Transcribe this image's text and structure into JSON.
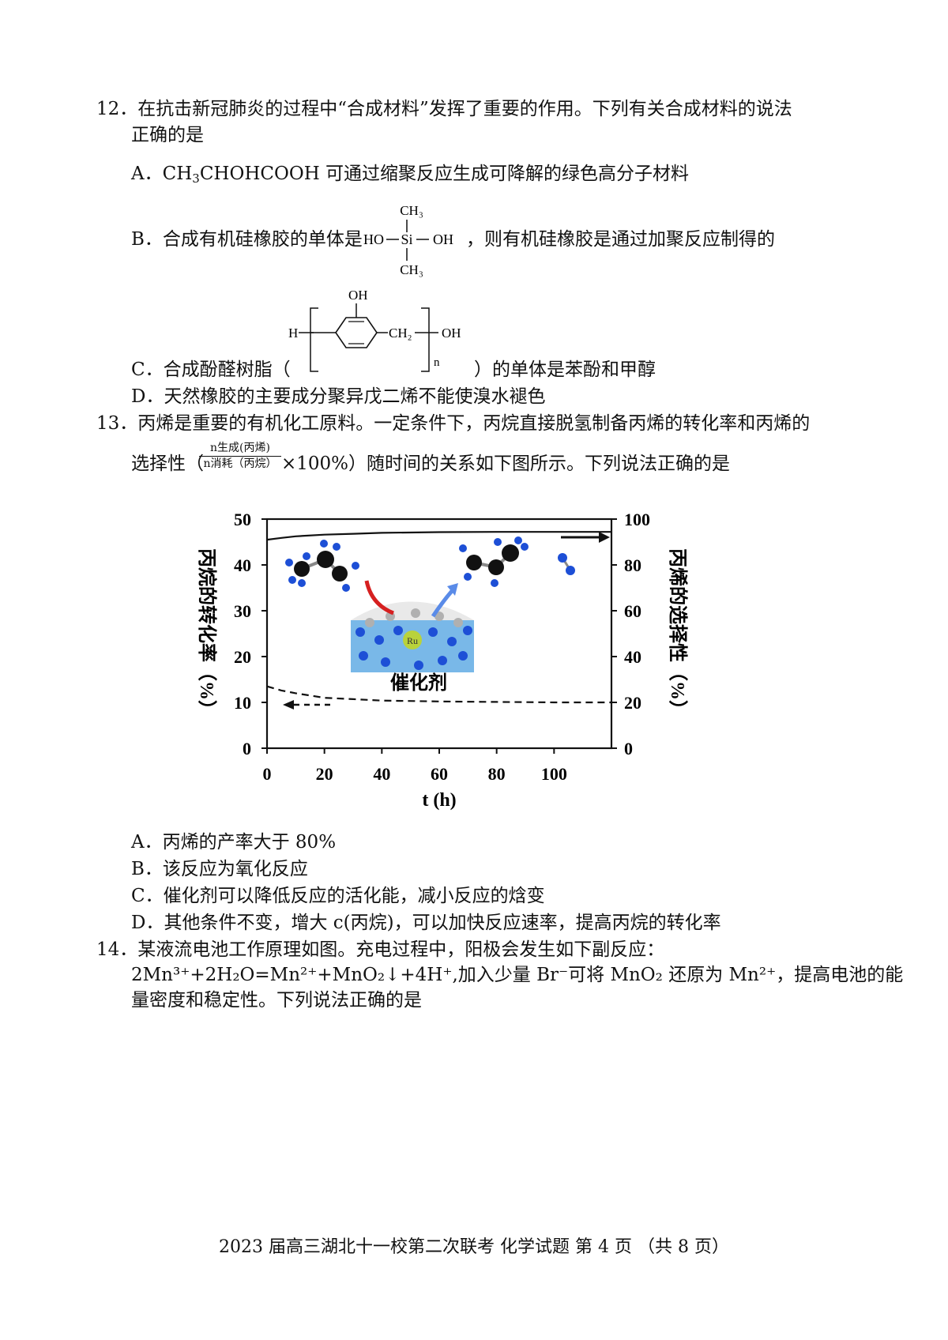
{
  "q12": {
    "stem_line1": "12．在抗击新冠肺炎的过程中“合成材料”发挥了重要的作用。下列有关合成材料的说法",
    "stem_line2": "正确的是",
    "A_pre": "A．CH",
    "A_sub": "3",
    "A_post": "CHOHCOOH  可通过缩聚反应生成可降解的绿色高分子材料",
    "B_pre": "B．合成有机硅橡胶的单体是",
    "B_post": "，则有机硅橡胶是通过加聚反应制得的",
    "B_struct": {
      "left": "HO",
      "center": "Si",
      "right": "OH",
      "top": "CH₃",
      "bottom": "CH₃"
    },
    "C_pre": "C．合成酚醛树脂（",
    "C_post": "）的单体是苯酚和甲醇",
    "C_struct": {
      "h": "H",
      "oh_top": "OH",
      "ch2": "CH₂",
      "oh_right": "OH",
      "n": "n"
    },
    "D": "D．天然橡胶的主要成分聚异戊二烯不能使溴水褪色"
  },
  "q13": {
    "stem_line1": "13．丙烯是重要的有机化工原料。一定条件下，丙烷直接脱氢制备丙烯的转化率和丙烯的",
    "sel_pre": "选择性（",
    "frac_num": "n生成(丙烯)",
    "frac_den": "n消耗（丙烷）",
    "sel_post": "×100%）随时间的关系如下图所示。下列说法正确的是",
    "A": "A．丙烯的产率大于 80%",
    "B": "B．该反应为氧化反应",
    "C": "C．催化剂可以降低反应的活化能，减小反应的焓变",
    "D": "D．其他条件不变，增大 c(丙烷)，可以加快反应速率，提高丙烷的转化率"
  },
  "q14": {
    "line1": "14．某液流电池工作原理如图。充电过程中，阳极会发生如下副反应：",
    "line2": "2Mn³⁺+2H₂O=Mn²⁺+MnO₂↓+4H⁺,加入少量 Br⁻可将 MnO₂ 还原为 Mn²⁺，提高电池的能",
    "line3": "量密度和稳定性。下列说法正确的是"
  },
  "footer": "2023 届高三湖北十一校第二次联考 化学试题 第 4 页 （共 8 页）",
  "chart_data": {
    "type": "line",
    "xlabel": "t (h)",
    "ylabel_left": "丙烷的转化率（%）",
    "ylabel_right": "丙烯的选择性（%）",
    "x_ticks": [
      0,
      20,
      40,
      60,
      80,
      100
    ],
    "y_left_ticks": [
      0,
      10,
      20,
      30,
      40,
      50
    ],
    "y_right_ticks": [
      0,
      20,
      40,
      60,
      80,
      100
    ],
    "xlim": [
      0,
      120
    ],
    "ylim_left": [
      0,
      50
    ],
    "ylim_right": [
      0,
      100
    ],
    "catalyst_label": "催化剂",
    "catalyst_atom": "Ru",
    "series": [
      {
        "axis": "right",
        "style": "solid",
        "x": [
          0,
          5,
          10,
          20,
          30,
          40,
          60,
          80,
          100,
          120
        ],
        "y": [
          91,
          91.8,
          92.5,
          93.2,
          93.6,
          94,
          94.3,
          94.4,
          94.4,
          94.4
        ]
      },
      {
        "axis": "left",
        "style": "dashed",
        "x": [
          0,
          5,
          10,
          20,
          30,
          40,
          60,
          80,
          100,
          120
        ],
        "y": [
          13.5,
          12.6,
          12,
          11,
          10.7,
          10.4,
          10.2,
          10.1,
          10,
          10
        ]
      }
    ]
  }
}
